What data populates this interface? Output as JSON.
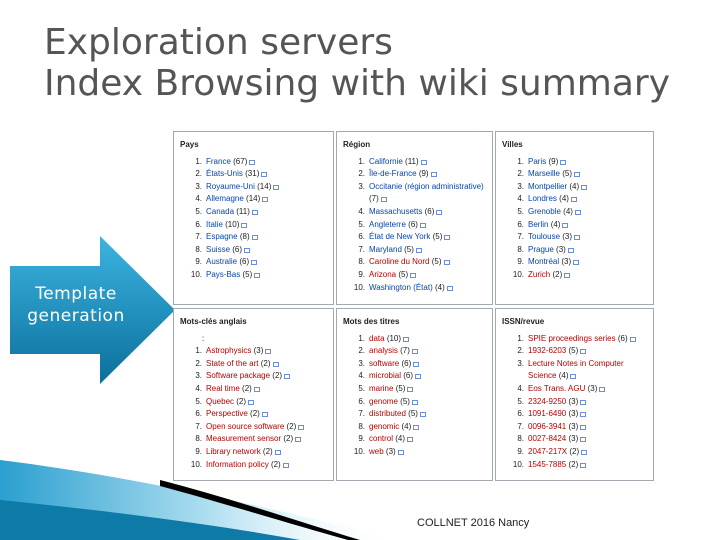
{
  "slide": {
    "title_line1": "Exploration servers",
    "title_line2": "Index Browsing with wiki summary",
    "arrow_label_line1": "Template",
    "arrow_label_line2": "generation",
    "footer": "COLLNET 2016 Nancy"
  },
  "colors": {
    "arrow": "#1a8fbf",
    "link": "#0645ad",
    "redlink": "#ba0000",
    "border": "#a2a9b1"
  },
  "panels": [
    {
      "heading": "Pays",
      "items": [
        {
          "n": "1.",
          "t": "France",
          "c": "(67)",
          "link": "blue"
        },
        {
          "n": "2.",
          "t": "États-Unis",
          "c": "(31)",
          "link": "blue"
        },
        {
          "n": "3.",
          "t": "Royaume-Uni",
          "c": "(14)",
          "link": "blue"
        },
        {
          "n": "4.",
          "t": "Allemagne",
          "c": "(14)",
          "link": "blue"
        },
        {
          "n": "5.",
          "t": "Canada",
          "c": "(11)",
          "link": "blue"
        },
        {
          "n": "6.",
          "t": "Italie",
          "c": "(10)",
          "link": "blue"
        },
        {
          "n": "7.",
          "t": "Espagne",
          "c": "(8)",
          "link": "blue"
        },
        {
          "n": "8.",
          "t": "Suisse",
          "c": "(6)",
          "link": "blue"
        },
        {
          "n": "9.",
          "t": "Australie",
          "c": "(6)",
          "link": "blue"
        },
        {
          "n": "10.",
          "t": "Pays-Bas",
          "c": "(5)",
          "link": "blue"
        }
      ]
    },
    {
      "heading": "Région",
      "items": [
        {
          "n": "1.",
          "t": "Californie",
          "c": "(11)",
          "link": "blue"
        },
        {
          "n": "2.",
          "t": "Île-de-France",
          "c": "(9)",
          "link": "blue"
        },
        {
          "n": "3.",
          "t": "Occitanie (région administrative)",
          "c": "(7)",
          "link": "blue"
        },
        {
          "n": "4.",
          "t": "Massachusetts",
          "c": "(6)",
          "link": "blue"
        },
        {
          "n": "5.",
          "t": "Angleterre",
          "c": "(6)",
          "link": "blue"
        },
        {
          "n": "6.",
          "t": "État de New York",
          "c": "(5)",
          "link": "blue"
        },
        {
          "n": "7.",
          "t": "Maryland",
          "c": "(5)",
          "link": "blue"
        },
        {
          "n": "8.",
          "t": "Caroline du Nord",
          "c": "(5)",
          "link": "red"
        },
        {
          "n": "9.",
          "t": "Arizona",
          "c": "(5)",
          "link": "red"
        },
        {
          "n": "10.",
          "t": "Washington (État)",
          "c": "(4)",
          "link": "blue"
        }
      ]
    },
    {
      "heading": "Villes",
      "items": [
        {
          "n": "1.",
          "t": "Paris",
          "c": "(9)",
          "link": "blue"
        },
        {
          "n": "2.",
          "t": "Marseille",
          "c": "(5)",
          "link": "blue"
        },
        {
          "n": "3.",
          "t": "Montpellier",
          "c": "(4)",
          "link": "blue"
        },
        {
          "n": "4.",
          "t": "Londres",
          "c": "(4)",
          "link": "blue"
        },
        {
          "n": "5.",
          "t": "Grenoble",
          "c": "(4)",
          "link": "blue"
        },
        {
          "n": "6.",
          "t": "Berlin",
          "c": "(4)",
          "link": "blue"
        },
        {
          "n": "7.",
          "t": "Toulouse",
          "c": "(3)",
          "link": "blue"
        },
        {
          "n": "8.",
          "t": "Prague",
          "c": "(3)",
          "link": "blue"
        },
        {
          "n": "9.",
          "t": "Montréal",
          "c": "(3)",
          "link": "blue"
        },
        {
          "n": "10.",
          "t": "Zurich",
          "c": "(2)",
          "link": "red"
        }
      ]
    },
    {
      "heading": "Mots-clés anglais",
      "colon": ":",
      "items": [
        {
          "n": "1.",
          "t": "Astrophysics",
          "c": "(3)",
          "link": "red"
        },
        {
          "n": "2.",
          "t": "State of the art",
          "c": "(2)",
          "link": "red"
        },
        {
          "n": "3.",
          "t": "Software package",
          "c": "(2)",
          "link": "red"
        },
        {
          "n": "4.",
          "t": "Real time",
          "c": "(2)",
          "link": "red"
        },
        {
          "n": "5.",
          "t": "Quebec",
          "c": "(2)",
          "link": "red"
        },
        {
          "n": "6.",
          "t": "Perspective",
          "c": "(2)",
          "link": "red"
        },
        {
          "n": "7.",
          "t": "Open source software",
          "c": "(2)",
          "link": "red"
        },
        {
          "n": "8.",
          "t": "Measurement sensor",
          "c": "(2)",
          "link": "red"
        },
        {
          "n": "9.",
          "t": "Library network",
          "c": "(2)",
          "link": "red"
        },
        {
          "n": "10.",
          "t": "Information policy",
          "c": "(2)",
          "link": "red"
        }
      ]
    },
    {
      "heading": "Mots des titres",
      "items": [
        {
          "n": "1.",
          "t": "data",
          "c": "(10)",
          "link": "red"
        },
        {
          "n": "2.",
          "t": "analysis",
          "c": "(7)",
          "link": "red"
        },
        {
          "n": "3.",
          "t": "software",
          "c": "(6)",
          "link": "red"
        },
        {
          "n": "4.",
          "t": "microbial",
          "c": "(6)",
          "link": "red"
        },
        {
          "n": "5.",
          "t": "marine",
          "c": "(5)",
          "link": "red"
        },
        {
          "n": "6.",
          "t": "genome",
          "c": "(5)",
          "link": "red"
        },
        {
          "n": "7.",
          "t": "distributed",
          "c": "(5)",
          "link": "red"
        },
        {
          "n": "8.",
          "t": "genomic",
          "c": "(4)",
          "link": "red"
        },
        {
          "n": "9.",
          "t": "control",
          "c": "(4)",
          "link": "red"
        },
        {
          "n": "10.",
          "t": "web",
          "c": "(3)",
          "link": "red"
        }
      ]
    },
    {
      "heading": "ISSN/revue",
      "items": [
        {
          "n": "1.",
          "t": "SPIE proceedings series",
          "c": "(6)",
          "link": "red"
        },
        {
          "n": "2.",
          "t": "1932-6203",
          "c": "(5)",
          "link": "red"
        },
        {
          "n": "3.",
          "t": "Lecture Notes in Computer Science",
          "c": "(4)",
          "link": "red"
        },
        {
          "n": "4.",
          "t": "Eos Trans. AGU",
          "c": "(3)",
          "link": "red"
        },
        {
          "n": "5.",
          "t": "2324-9250",
          "c": "(3)",
          "link": "red"
        },
        {
          "n": "6.",
          "t": "1091-6490",
          "c": "(3)",
          "link": "red"
        },
        {
          "n": "7.",
          "t": "0096-3941",
          "c": "(3)",
          "link": "red"
        },
        {
          "n": "8.",
          "t": "0027-8424",
          "c": "(3)",
          "link": "red"
        },
        {
          "n": "9.",
          "t": "2047-217X",
          "c": "(2)",
          "link": "red"
        },
        {
          "n": "10.",
          "t": "1545-7885",
          "c": "(2)",
          "link": "red"
        }
      ]
    }
  ]
}
